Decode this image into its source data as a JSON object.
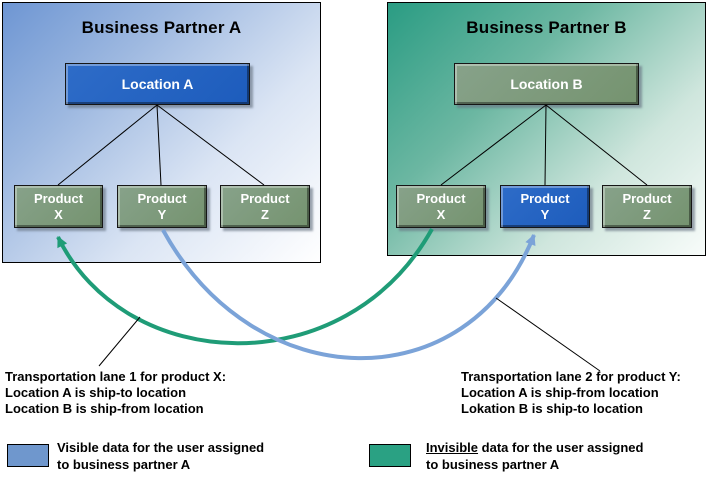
{
  "partner_a": {
    "title": "Business Partner A",
    "location_label": "Location A",
    "products": [
      {
        "line1": "Product",
        "line2": "X"
      },
      {
        "line1": "Product",
        "line2": "Y"
      },
      {
        "line1": "Product",
        "line2": "Z"
      }
    ]
  },
  "partner_b": {
    "title": "Business Partner B",
    "location_label": "Location B",
    "products": [
      {
        "line1": "Product",
        "line2": "X"
      },
      {
        "line1": "Product",
        "line2": "Y"
      },
      {
        "line1": "Product",
        "line2": "Z"
      }
    ]
  },
  "lane1": {
    "line1": "Transportation lane 1 for product X:",
    "line2": "Location A is ship-to location",
    "line3": "Location B is ship-from location"
  },
  "lane2": {
    "line1": "Transportation lane 2 for product Y:",
    "line2": "Location A is ship-from location",
    "line3": "Lokation B is ship-to location"
  },
  "legend": {
    "visible": {
      "highlight": "Visible",
      "rest": " data for the user assigned",
      "line2": "to business partner A"
    },
    "invisible": {
      "highlight": "Invisible",
      "rest": " data for the user assigned",
      "line2": "to business partner A"
    }
  },
  "colors": {
    "panel_a_top": "#6e96d3",
    "panel_b_top": "#2a9c83",
    "box_blue": "#1d5cbc",
    "box_sage": "#7d9a7e",
    "lane1_green": "#1f9c77",
    "lane2_blue": "#7ba3d8",
    "legend_visible_blue": "#6f97cd",
    "legend_invisible_green": "#2aa183"
  }
}
